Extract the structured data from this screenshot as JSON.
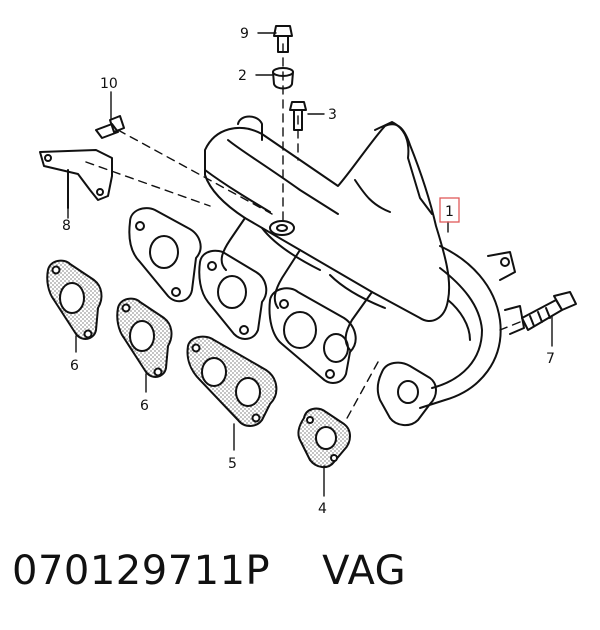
{
  "callouts": {
    "c1": "1",
    "c2": "2",
    "c3": "3",
    "c4": "4",
    "c5": "5",
    "c6a": "6",
    "c6b": "6",
    "c7": "7",
    "c8": "8",
    "c9": "9",
    "c10": "10"
  },
  "footer": {
    "part_number": "070129711P",
    "brand": "VAG"
  },
  "colors": {
    "line": "#111111",
    "highlight_box": "#e05a5a",
    "background": "#ffffff"
  }
}
